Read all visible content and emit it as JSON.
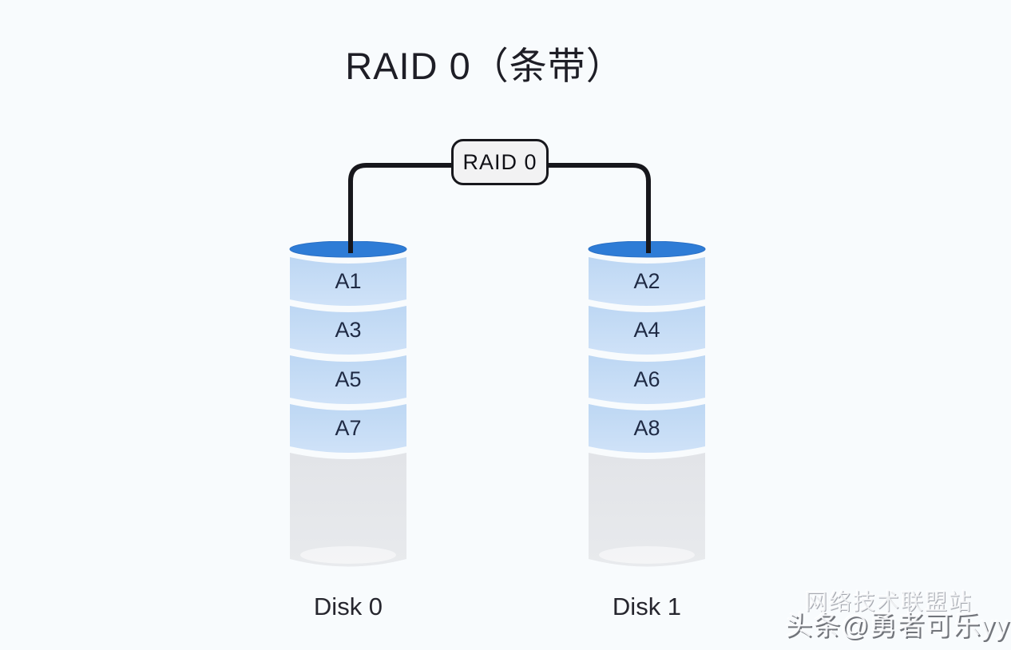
{
  "title": "RAID 0（条带）",
  "raid_node": {
    "label": "RAID 0"
  },
  "disks": [
    {
      "name": "Disk 0",
      "blocks": [
        "A1",
        "A3",
        "A5",
        "A7"
      ]
    },
    {
      "name": "Disk 1",
      "blocks": [
        "A2",
        "A4",
        "A6",
        "A8"
      ]
    }
  ],
  "watermark": {
    "line1": "网络技术联盟站",
    "line2": "头条@勇者可乐yy"
  },
  "colors": {
    "background": "#f8fbfd",
    "disk_top_ellipse": "#2e7cd6",
    "stripe_block": "#c7ddf5",
    "free_space": "#e5e7ea",
    "connector_line": "#17171c",
    "block_text": "#1f2a44"
  }
}
